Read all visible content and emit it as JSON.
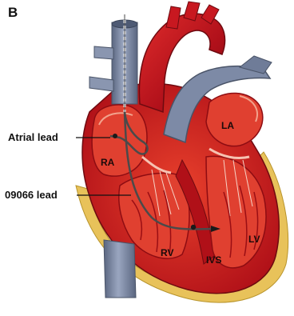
{
  "figure": {
    "panel_letter": "B",
    "side_labels": {
      "atrial_lead": "Atrial lead",
      "lead_09066": "09066 lead"
    },
    "chamber_labels": {
      "ra": "RA",
      "la": "LA",
      "rv": "RV",
      "ivs": "IVS",
      "lv": "LV"
    },
    "colors": {
      "myocardium": "#c8141c",
      "myocardium_dark": "#8e0c12",
      "chamber_inner": "#e8402c",
      "endocardium": "#f2a28c",
      "fat": "#e8c25a",
      "vein": "#7d8aa6",
      "vein_dark": "#5a6680",
      "lead": "#4a4a4a"
    }
  }
}
